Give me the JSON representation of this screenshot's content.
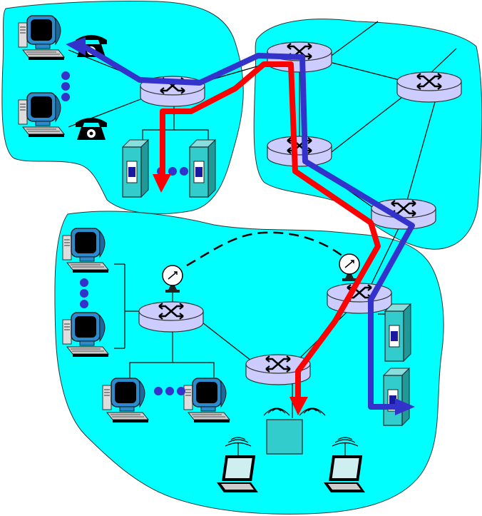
{
  "diagram": {
    "kind": "network-path-diagram",
    "colors": {
      "network_fill": "#00ffff",
      "router_fill": "#ccccff",
      "path_a": "#ff0000",
      "path_b": "#3333cc",
      "server_fill": "#33cccc",
      "access_point_fill": "#33cccc",
      "dots": "#3333cc"
    },
    "networks": [
      {
        "id": "home-network",
        "devices": [
          "desktop-computer",
          "desktop-computer",
          "telephone",
          "telephone",
          "router",
          "server",
          "server"
        ]
      },
      {
        "id": "isp-core-network",
        "devices": [
          "router",
          "router",
          "router",
          "router"
        ]
      },
      {
        "id": "institutional-network",
        "devices": [
          "desktop-computer",
          "desktop-computer",
          "desktop-computer",
          "desktop-computer",
          "router",
          "router",
          "router",
          "satellite-dish",
          "satellite-dish",
          "server",
          "server",
          "wireless-access-point",
          "laptop",
          "laptop"
        ]
      }
    ],
    "paths": [
      {
        "id": "red-path",
        "color_key": "path_a"
      },
      {
        "id": "blue-path",
        "color_key": "path_b"
      }
    ],
    "satellite_link": "dashed"
  }
}
